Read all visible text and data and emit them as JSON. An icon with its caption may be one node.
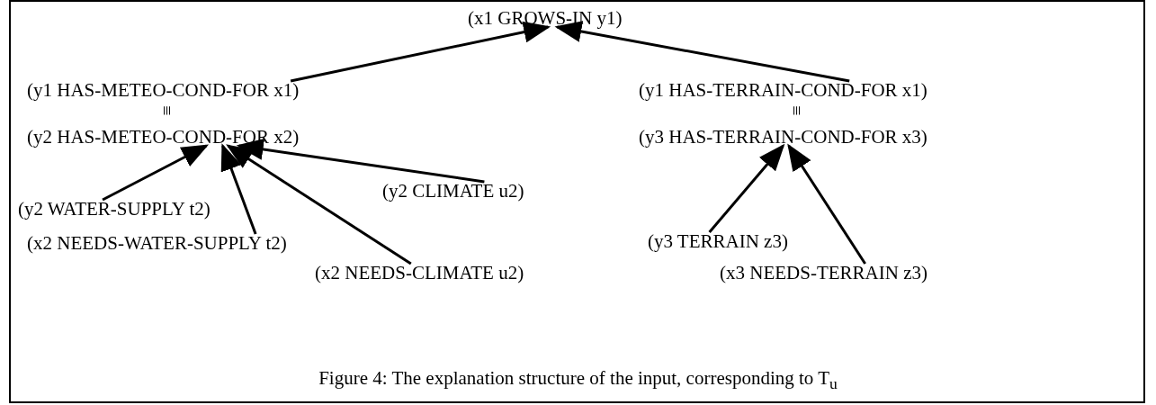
{
  "diagram": {
    "caption": "Figure 4: The explanation structure of the input, corresponding to T$_{u}$",
    "nodes": [
      {
        "text": [
          "(x1 GROWS-IN y1)"
        ]
      },
      {
        "text": [
          "(y1 HAS-METEO-COND-FOR x1)"
        ]
      },
      {
        "text": [
          "(y2 HAS-METEO-COND-FOR x2)"
        ]
      },
      {
        "text": [
          "(y1 HAS-TERRAIN-COND-FOR x1)"
        ]
      },
      {
        "text": [
          "(y3 HAS-TERRAIN-COND-FOR x3)"
        ]
      },
      {
        "text": [
          "(y2 WATER-SUPPLY t2)"
        ]
      },
      {
        "text": [
          "(y2 CLIMATE u2)"
        ]
      },
      {
        "text": [
          "(x2 NEEDS-WATER-SUPPLY t2)"
        ]
      },
      {
        "text": [
          "(x2 NEEDS-CLIMATE u2)"
        ]
      },
      {
        "text": [
          "(y3 TERRAIN z3)"
        ]
      },
      {
        "text": [
          "(x3 NEEDS-TERRAIN z3)"
        ]
      }
    ],
    "edges": [
      {
        "from": 1,
        "to": 0,
        "arrow": "to"
      },
      {
        "from": 3,
        "to": 0,
        "arrow": "to"
      },
      {
        "from": 5,
        "to": 2,
        "arrow": "to"
      },
      {
        "from": 7,
        "to": 2,
        "arrow": "to"
      },
      {
        "from": 8,
        "to": 2,
        "arrow": "to"
      },
      {
        "from": 6,
        "to": 2,
        "arrow": "to"
      },
      {
        "from": 9,
        "to": 4,
        "arrow": "to"
      },
      {
        "from": 10,
        "to": 4,
        "arrow": "to"
      }
    ],
    "labels": [
      "≡",
      "≡"
    ]
  }
}
